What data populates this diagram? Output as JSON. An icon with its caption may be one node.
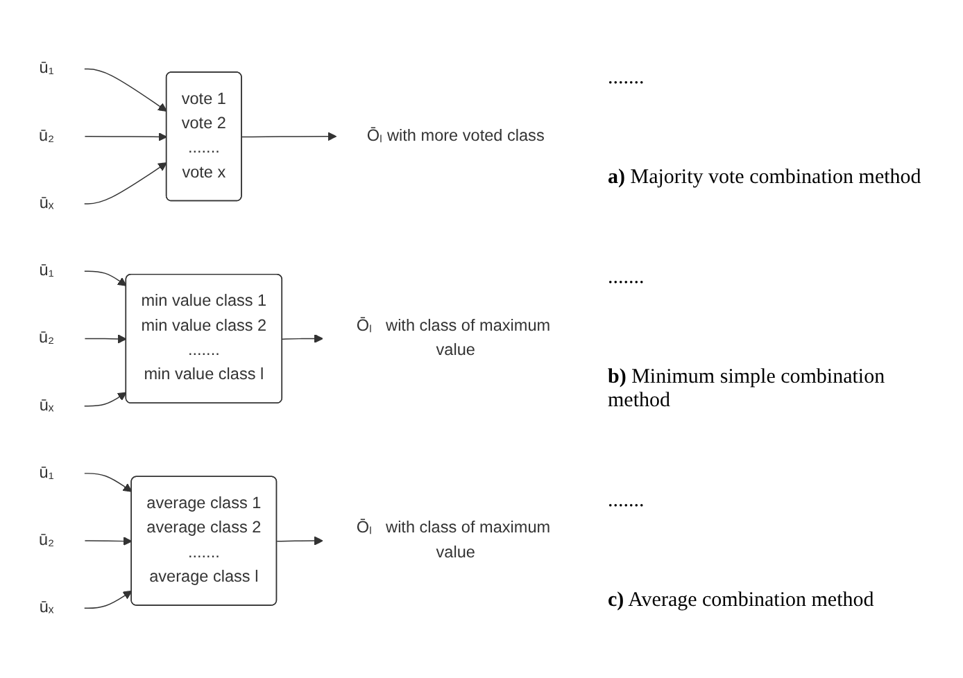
{
  "diagram": {
    "nodes": [
      {
        "text": [
          "ū₁"
        ]
      },
      {
        "text": [
          "ū₂"
        ]
      },
      {
        "text": [
          "ūₓ"
        ]
      },
      {
        "text": [
          "vote 1",
          "vote 2",
          ".......",
          "vote x"
        ]
      },
      {
        "text": [
          "Ōₗ"
        ],
        "beside": [
          "with more voted class"
        ]
      },
      {
        "text": [
          "ū₁"
        ]
      },
      {
        "text": [
          "ū₂"
        ]
      },
      {
        "text": [
          "ūₓ"
        ]
      },
      {
        "text": [
          "min value class 1",
          "min value class 2",
          ".......",
          "min value class l"
        ]
      },
      {
        "text": [
          "Ōₗ"
        ],
        "beside": [
          "with class of maximum value"
        ]
      },
      {
        "text": [
          "ū₁"
        ]
      },
      {
        "text": [
          "ū₂"
        ]
      },
      {
        "text": [
          "ūₓ"
        ]
      },
      {
        "text": [
          "average class 1",
          "average class 2",
          ".......",
          "average class l"
        ]
      },
      {
        "text": [
          "Ōₗ"
        ],
        "beside": [
          "with class of maximum value"
        ]
      }
    ],
    "edges": [
      {
        "from": 0,
        "to": 3,
        "arrow": "to"
      },
      {
        "from": 1,
        "to": 3,
        "arrow": "to"
      },
      {
        "from": 2,
        "to": 3,
        "arrow": "to"
      },
      {
        "from": 3,
        "to": 4,
        "arrow": "to"
      },
      {
        "from": 5,
        "to": 8,
        "arrow": "to"
      },
      {
        "from": 6,
        "to": 8,
        "arrow": "to"
      },
      {
        "from": 7,
        "to": 8,
        "arrow": "to"
      },
      {
        "from": 8,
        "to": 9,
        "arrow": "to"
      },
      {
        "from": 10,
        "to": 13,
        "arrow": "to"
      },
      {
        "from": 11,
        "to": 13,
        "arrow": "to"
      },
      {
        "from": 12,
        "to": 13,
        "arrow": "to"
      },
      {
        "from": 13,
        "to": 14,
        "arrow": "to"
      }
    ],
    "labels": [
      ".......",
      "**a)** Majority vote combination method",
      ".......",
      "**b)** Minimum simple combination method",
      ".......",
      "**c)** Average combination method"
    ]
  }
}
